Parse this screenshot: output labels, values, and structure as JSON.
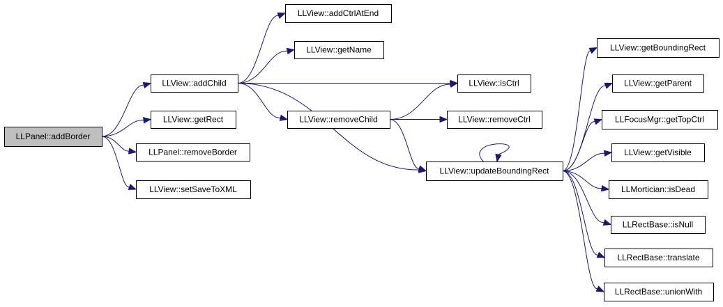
{
  "colors": {
    "edge": "#191970",
    "root_fill": "#bfbfbf",
    "node_fill": "#ffffff",
    "border": "#000000"
  },
  "nodes": [
    {
      "id": "addBorder",
      "label": "LLPanel::addBorder",
      "root": true
    },
    {
      "id": "addChild",
      "label": "LLView::addChild"
    },
    {
      "id": "getRect",
      "label": "LLView::getRect"
    },
    {
      "id": "removeBorder",
      "label": "LLPanel::removeBorder"
    },
    {
      "id": "setSaveToXML",
      "label": "LLView::setSaveToXML"
    },
    {
      "id": "addCtrlAtEnd",
      "label": "LLView::addCtrlAtEnd"
    },
    {
      "id": "getName",
      "label": "LLView::getName"
    },
    {
      "id": "isCtrl",
      "label": "LLView::isCtrl"
    },
    {
      "id": "removeChild",
      "label": "LLView::removeChild"
    },
    {
      "id": "removeCtrl",
      "label": "LLView::removeCtrl"
    },
    {
      "id": "updateBoundingRect",
      "label": "LLView::updateBoundingRect"
    },
    {
      "id": "getBoundingRect",
      "label": "LLView::getBoundingRect"
    },
    {
      "id": "getParent",
      "label": "LLView::getParent"
    },
    {
      "id": "getTopCtrl",
      "label": "LLFocusMgr::getTopCtrl"
    },
    {
      "id": "getVisible",
      "label": "LLView::getVisible"
    },
    {
      "id": "isDead",
      "label": "LLMortician::isDead"
    },
    {
      "id": "isNull",
      "label": "LLRectBase::isNull"
    },
    {
      "id": "translate",
      "label": "LLRectBase::translate"
    },
    {
      "id": "unionWith",
      "label": "LLRectBase::unionWith"
    }
  ],
  "edges": [
    {
      "from": "addBorder",
      "to": "addChild"
    },
    {
      "from": "addBorder",
      "to": "getRect"
    },
    {
      "from": "addBorder",
      "to": "removeBorder"
    },
    {
      "from": "addBorder",
      "to": "setSaveToXML"
    },
    {
      "from": "addChild",
      "to": "addCtrlAtEnd"
    },
    {
      "from": "addChild",
      "to": "getName"
    },
    {
      "from": "addChild",
      "to": "isCtrl"
    },
    {
      "from": "addChild",
      "to": "removeChild"
    },
    {
      "from": "addChild",
      "to": "updateBoundingRect"
    },
    {
      "from": "removeChild",
      "to": "isCtrl"
    },
    {
      "from": "removeChild",
      "to": "removeCtrl"
    },
    {
      "from": "removeChild",
      "to": "updateBoundingRect"
    },
    {
      "from": "updateBoundingRect",
      "to": "updateBoundingRect"
    },
    {
      "from": "updateBoundingRect",
      "to": "getBoundingRect"
    },
    {
      "from": "updateBoundingRect",
      "to": "getParent"
    },
    {
      "from": "updateBoundingRect",
      "to": "getTopCtrl"
    },
    {
      "from": "updateBoundingRect",
      "to": "getVisible"
    },
    {
      "from": "updateBoundingRect",
      "to": "isDead"
    },
    {
      "from": "updateBoundingRect",
      "to": "isNull"
    },
    {
      "from": "updateBoundingRect",
      "to": "translate"
    },
    {
      "from": "updateBoundingRect",
      "to": "unionWith"
    }
  ]
}
